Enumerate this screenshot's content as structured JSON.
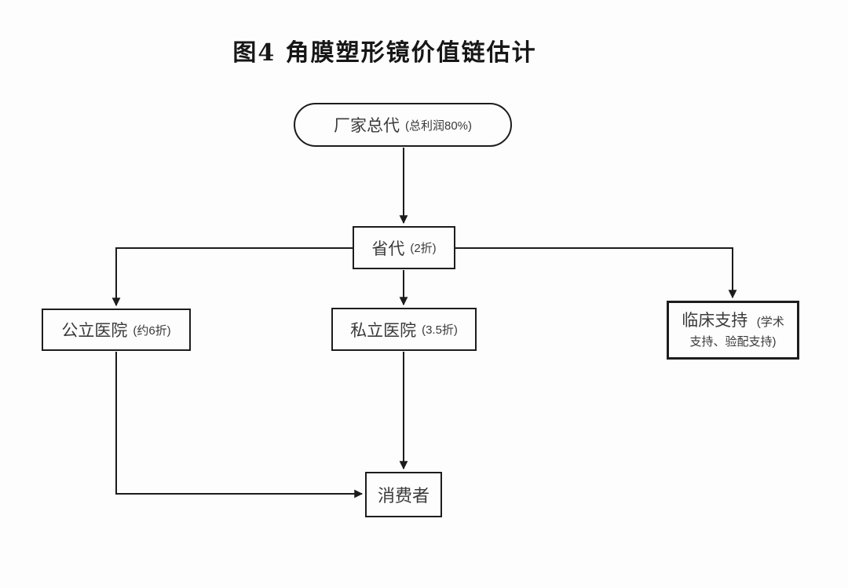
{
  "title": "图4 角膜塑形镜价值链估计",
  "nodes": {
    "factory": {
      "label": "厂家总代",
      "note": "(总利润80%)"
    },
    "province": {
      "label": "省代",
      "note": "(2折)"
    },
    "public_hospital": {
      "label": "公立医院",
      "note": "(约6折)"
    },
    "private_hospital": {
      "label": "私立医院",
      "note": "(3.5折)"
    },
    "clinical_support": {
      "label": "临床支持",
      "note": "(学术支持、验配支持)"
    },
    "consumer": {
      "label": "消费者"
    }
  },
  "edges": [
    {
      "from": "factory",
      "to": "province"
    },
    {
      "from": "province",
      "to": "public_hospital"
    },
    {
      "from": "province",
      "to": "private_hospital"
    },
    {
      "from": "province",
      "to": "clinical_support"
    },
    {
      "from": "private_hospital",
      "to": "consumer"
    },
    {
      "from": "public_hospital",
      "to": "consumer"
    }
  ],
  "colors": {
    "line": "#1c1c1c",
    "text": "#3a3a3a",
    "background": "#fdfdfd"
  }
}
